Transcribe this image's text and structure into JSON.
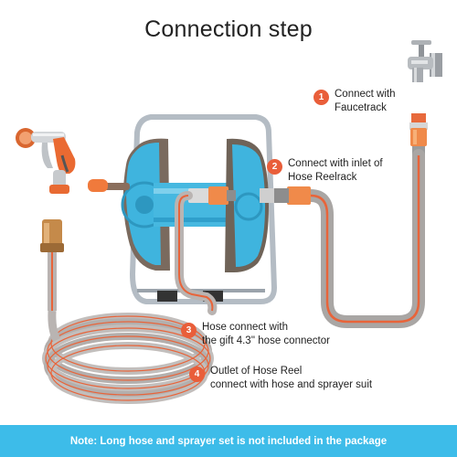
{
  "title": "Connection step",
  "steps": [
    {
      "number": "1",
      "line1": "Connect with",
      "line2": "Faucetrack"
    },
    {
      "number": "2",
      "line1": "Connect with inlet of",
      "line2": "Hose Reelrack"
    },
    {
      "number": "3",
      "line1": "Hose connect with",
      "line2": "the gift 4.3'' hose connector"
    },
    {
      "number": "4",
      "line1": "Outlet of Hose Reel",
      "line2": "connect with hose and sprayer suit"
    }
  ],
  "note": "Note: Long hose and sprayer set is not included in the package",
  "colors": {
    "accent_orange": "#e95e3a",
    "reel_blue": "#3fb4de",
    "note_bar": "#3dbce9",
    "hose_grey": "#b9b4b2",
    "hose_stripe": "#e8643a"
  },
  "icons": [
    "faucet-icon",
    "spray-gun-icon",
    "hose-reel-icon",
    "coiled-hose-icon"
  ]
}
